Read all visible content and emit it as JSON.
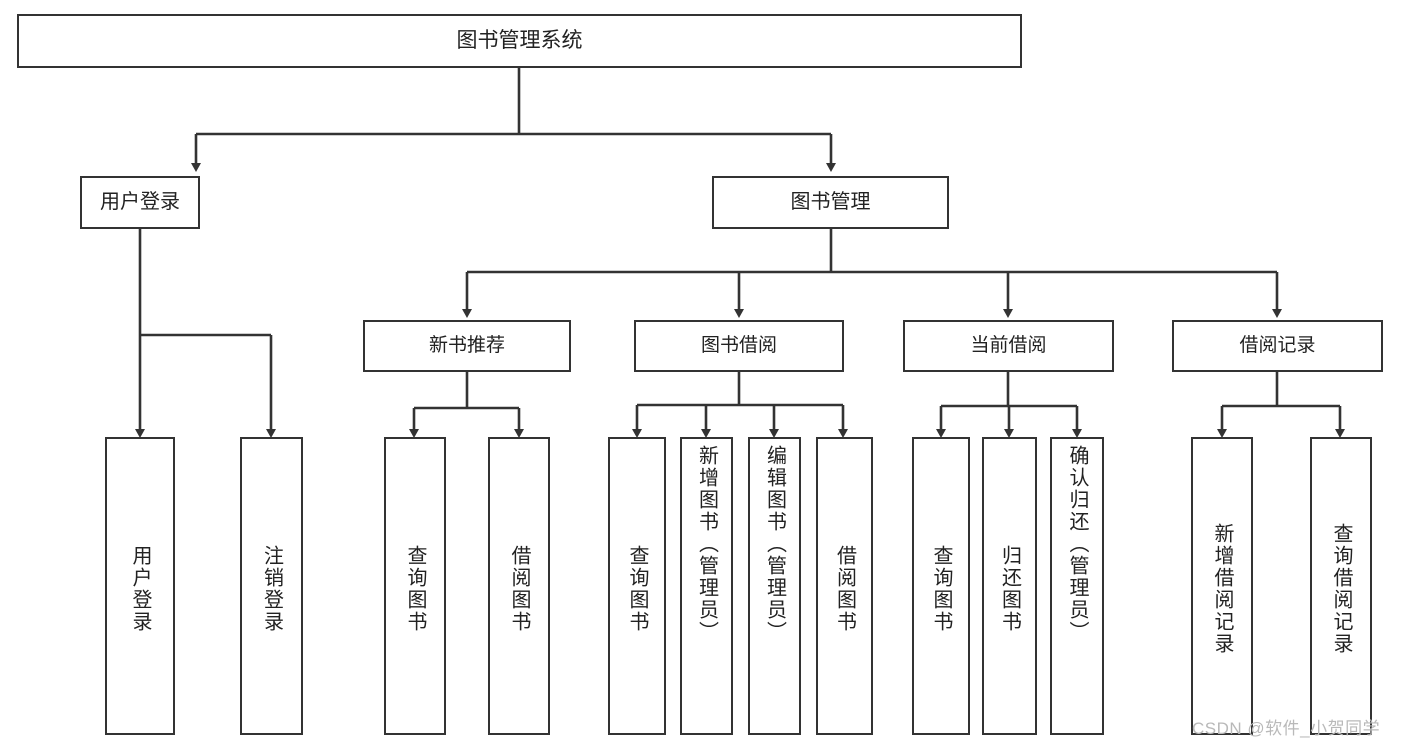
{
  "diagram": {
    "type": "tree-hierarchy",
    "title": "图书管理系统",
    "root": {
      "label": "图书管理系统"
    },
    "level2": [
      {
        "label": "用户登录"
      },
      {
        "label": "图书管理"
      }
    ],
    "level3": [
      {
        "label": "新书推荐"
      },
      {
        "label": "图书借阅"
      },
      {
        "label": "当前借阅"
      },
      {
        "label": "借阅记录"
      }
    ],
    "leaves": {
      "user_login": [
        {
          "label": "用户登录"
        },
        {
          "label": "注销登录"
        }
      ],
      "new_book_recommend": [
        {
          "label": "查询图书"
        },
        {
          "label": "借阅图书"
        }
      ],
      "book_borrow": [
        {
          "label": "查询图书"
        },
        {
          "label": "新增图书（管理员）"
        },
        {
          "label": "编辑图书（管理员）"
        },
        {
          "label": "借阅图书"
        }
      ],
      "current_borrow": [
        {
          "label": "查询图书"
        },
        {
          "label": "归还图书"
        },
        {
          "label": "确认归还（管理员）"
        }
      ],
      "borrow_record": [
        {
          "label": "新增借阅记录"
        },
        {
          "label": "查询借阅记录"
        }
      ]
    }
  },
  "watermark": {
    "text": "CSDN @软件_小贺同学"
  },
  "colors": {
    "stroke": "#333333",
    "background": "#ffffff",
    "text": "#222222",
    "watermark": "#b9b9b9"
  }
}
